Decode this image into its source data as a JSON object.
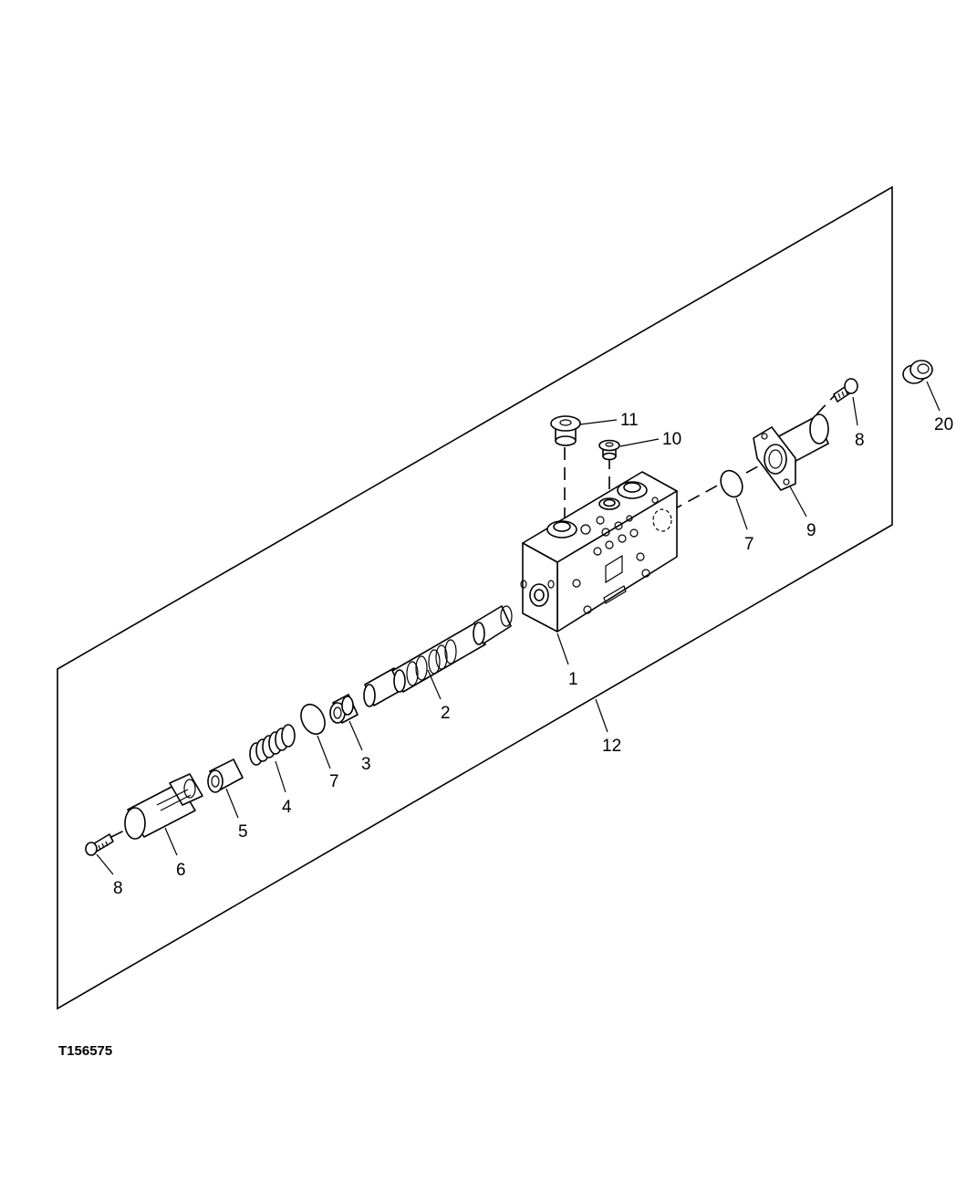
{
  "figure_id": "T156575",
  "callouts": {
    "c1": "1",
    "c2": "2",
    "c3": "3",
    "c4": "4",
    "c5": "5",
    "c6": "6",
    "c7a": "7",
    "c7b": "7",
    "c8a": "8",
    "c8b": "8",
    "c9": "9",
    "c10": "10",
    "c11": "11",
    "c12": "12",
    "c20": "20"
  }
}
